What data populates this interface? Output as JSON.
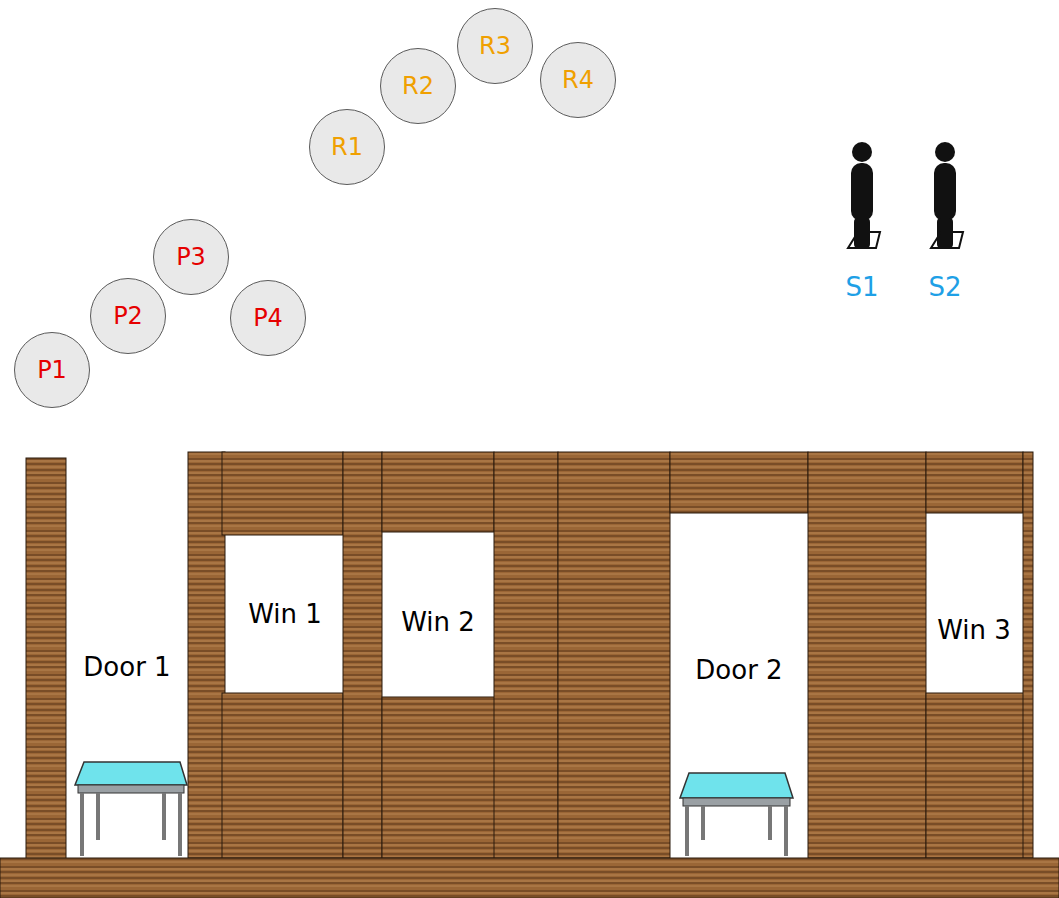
{
  "diagram": {
    "nodes": [
      {
        "text": [
          "P1"
        ]
      },
      {
        "text": [
          "P2"
        ]
      },
      {
        "text": [
          "P3"
        ]
      },
      {
        "text": [
          "P4"
        ]
      },
      {
        "text": [
          "R1"
        ]
      },
      {
        "text": [
          "R2"
        ]
      },
      {
        "text": [
          "R3"
        ]
      },
      {
        "text": [
          "R4"
        ]
      }
    ],
    "labels": [
      "S1",
      "S2",
      "Door 1",
      "Win 1",
      "Win 2",
      "Door 2",
      "Win 3"
    ]
  }
}
